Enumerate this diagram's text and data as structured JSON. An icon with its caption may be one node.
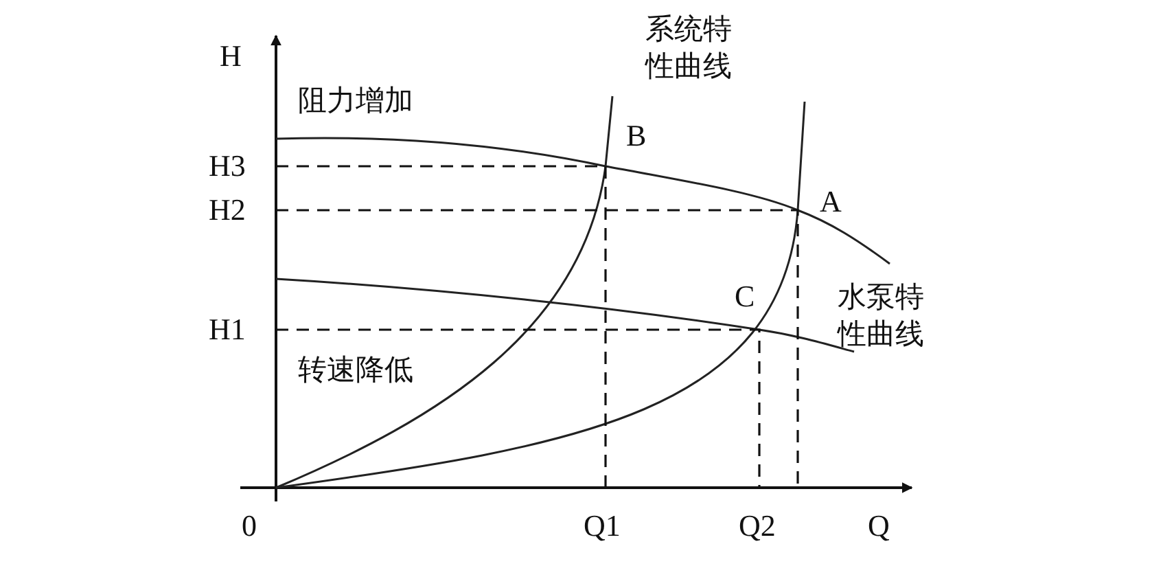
{
  "diagram": {
    "labels": [
      "H",
      "系统特性曲线",
      "阻力增加",
      "B",
      "H3",
      "H2",
      "A",
      "C",
      "水泵特性曲线",
      "H1",
      "转速降低",
      "0",
      "Q1",
      "Q2",
      "Q"
    ]
  }
}
